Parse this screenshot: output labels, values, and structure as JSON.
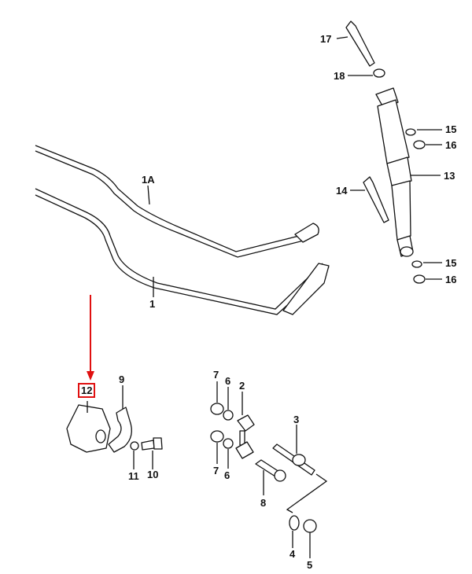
{
  "diagram": {
    "labels": {
      "p17": "17",
      "p18": "18",
      "p15a": "15",
      "p16a": "16",
      "p13": "13",
      "p14": "14",
      "p15b": "15",
      "p16b": "16",
      "p1A": "1A",
      "p1": "1",
      "p12": "12",
      "p9": "9",
      "p11": "11",
      "p10": "10",
      "p7a": "7",
      "p6a": "6",
      "p2": "2",
      "p7b": "7",
      "p6b": "6",
      "p3": "3",
      "p8": "8",
      "p4": "4",
      "p5": "5"
    },
    "highlighted_part": "12",
    "highlight_color": "#e01010"
  }
}
